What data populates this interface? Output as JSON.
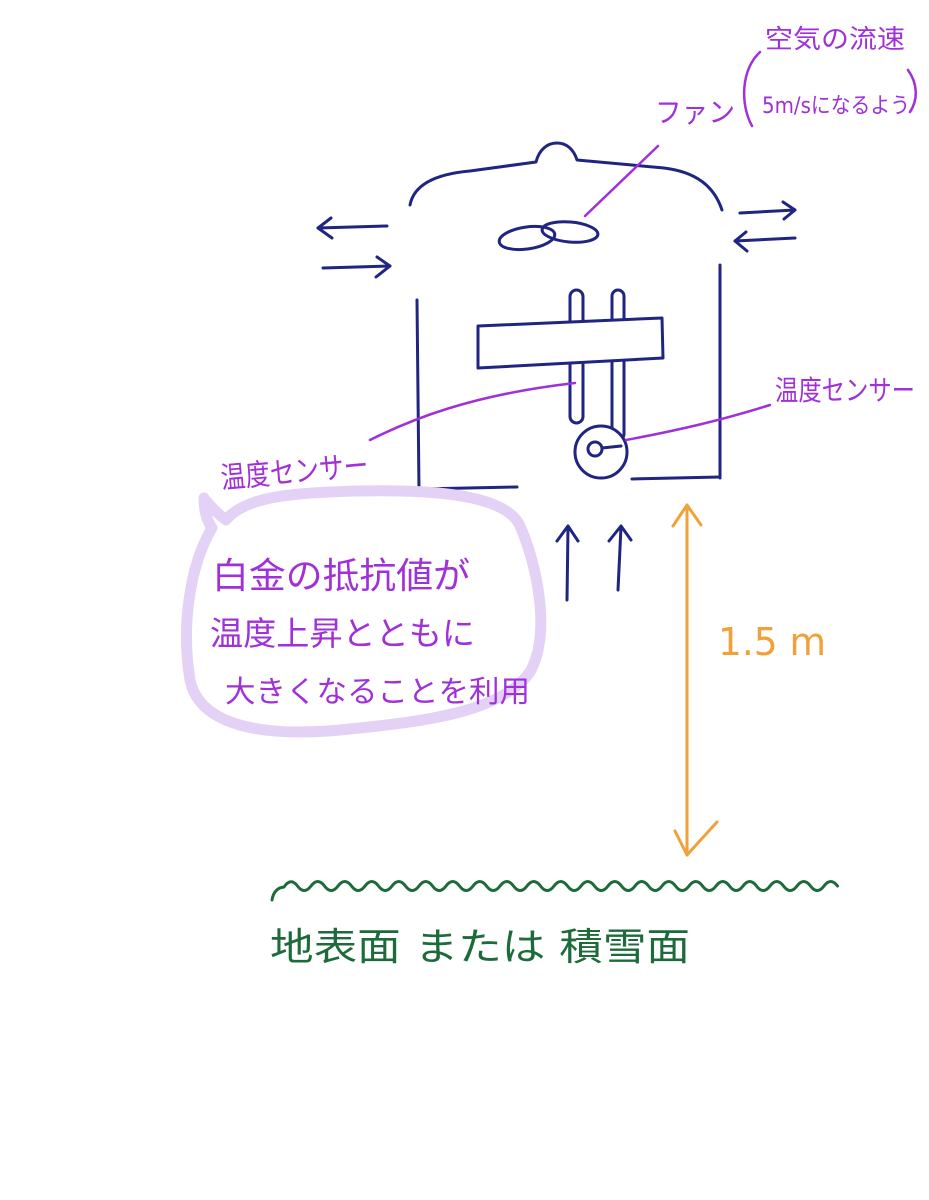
{
  "labels": {
    "fan": "ファン",
    "airflow_line1": "空気の流速",
    "airflow_line2": "5m/sになるよう",
    "temp_sensor_left": "温度センサー",
    "temp_sensor_right": "温度センサー",
    "height": "1.5 m",
    "ground": "地表面 または 積雪面"
  },
  "note": {
    "lines": [
      "白金の抵抗値が",
      "温度上昇とともに",
      "大きくなることを利用"
    ]
  },
  "colors": {
    "navy": "#1f2580",
    "purple": "#a030d8",
    "bubble": "#e3d2f6",
    "orange": "#f0a13a",
    "green": "#1d6b3a"
  }
}
